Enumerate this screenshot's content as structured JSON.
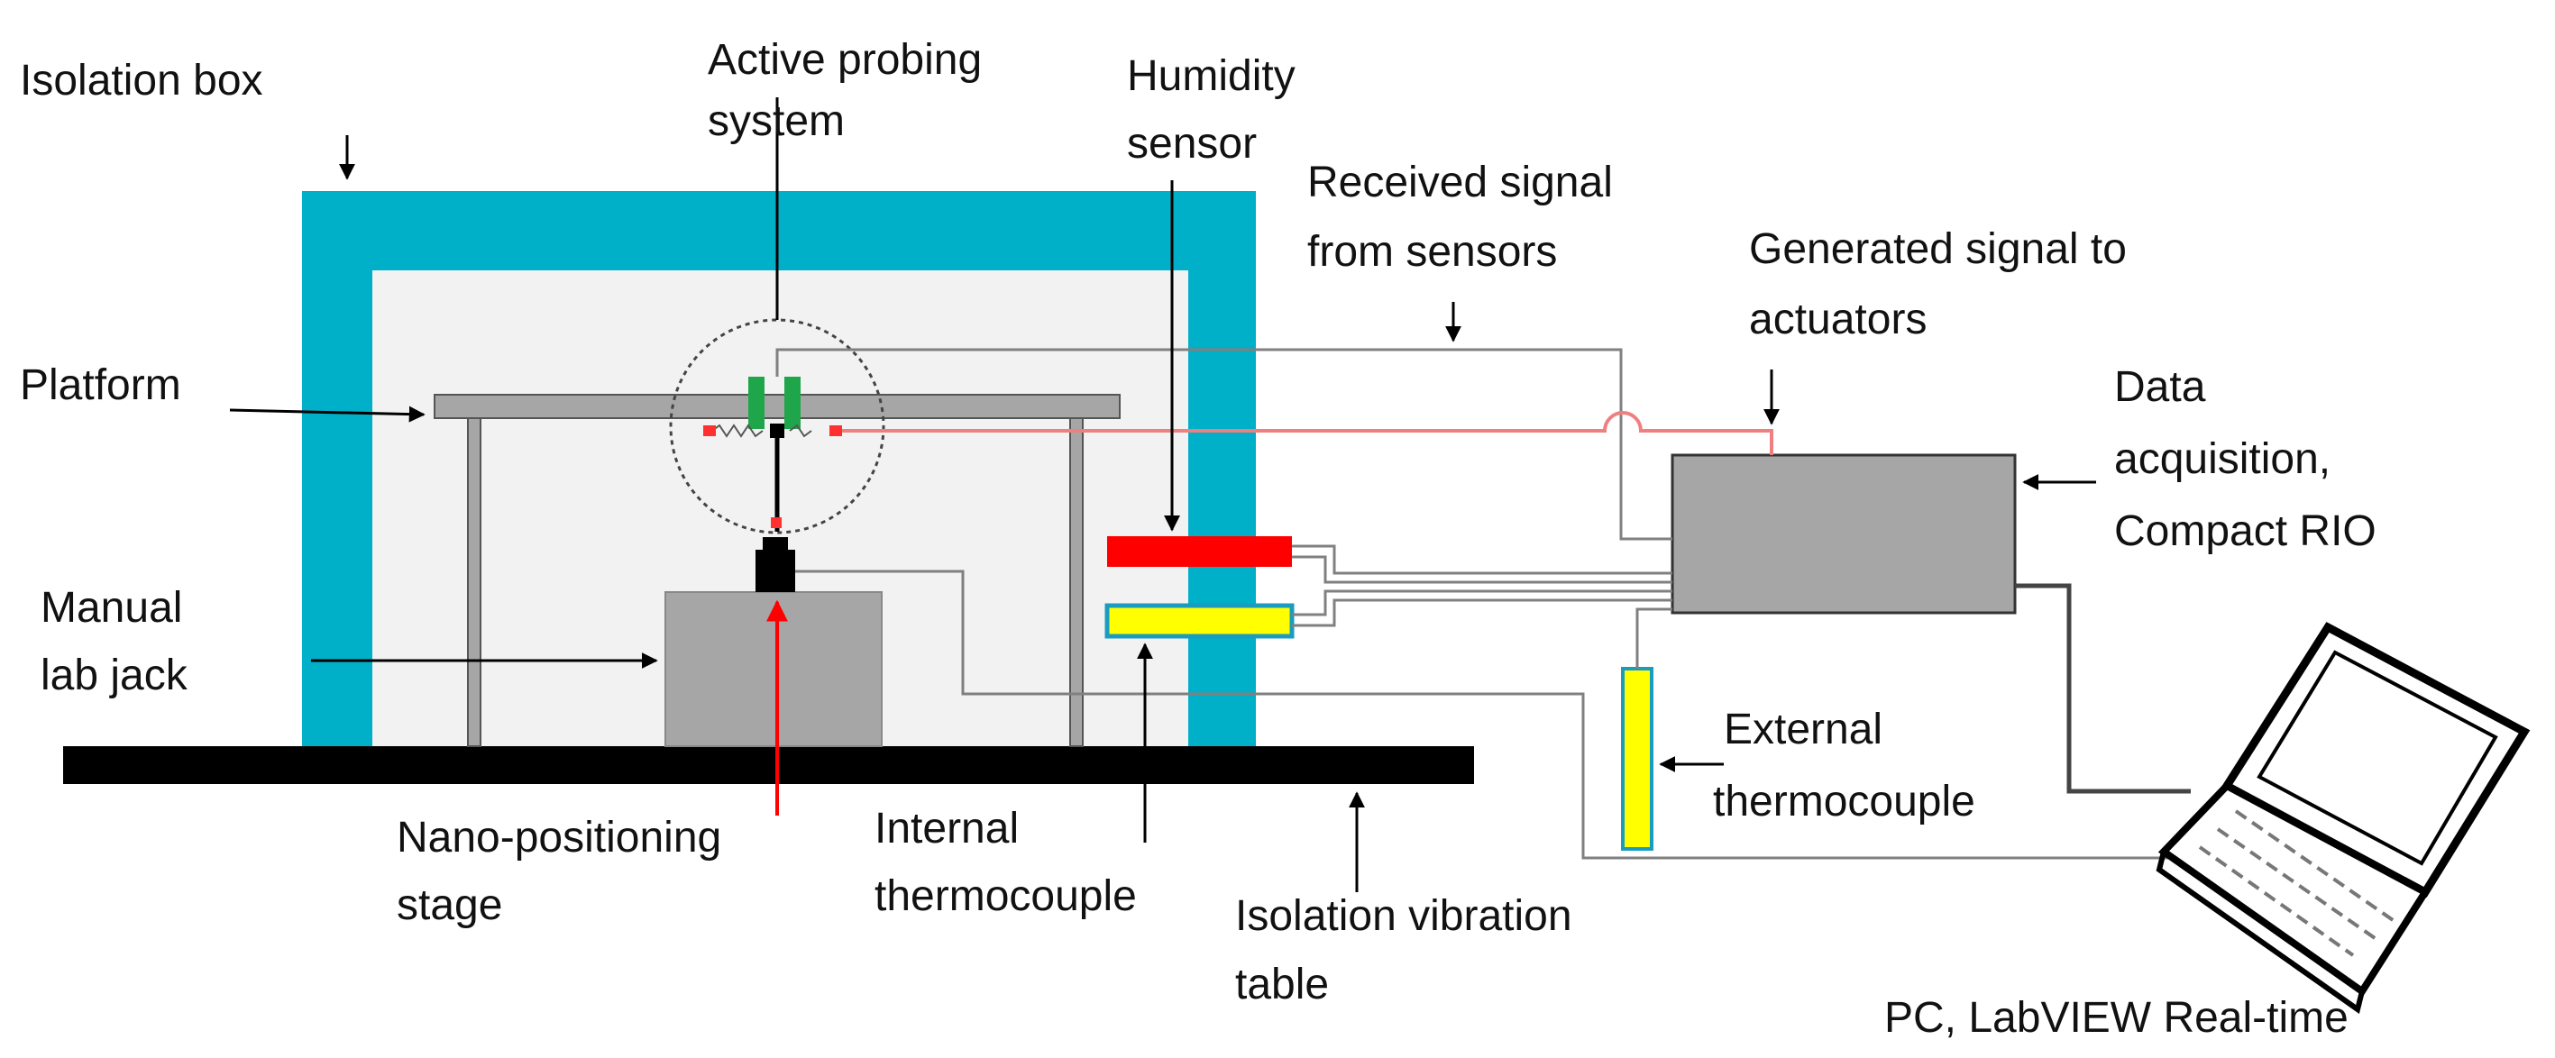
{
  "labels": {
    "isolation_box": "Isolation box",
    "active_probing_1": "Active probing",
    "active_probing_2": "system",
    "humidity_1": "Humidity",
    "humidity_2": "sensor",
    "received_1": "Received  signal",
    "received_2": "from sensors",
    "generated_1": "Generated  signal to",
    "generated_2": "actuators",
    "platform": "Platform",
    "daq_1": "Data",
    "daq_2": "acquisition,",
    "daq_3": "Compact RIO",
    "jack_1": "Manual",
    "jack_2": "lab jack",
    "ext_tc_1": "External",
    "ext_tc_2": "thermocouple",
    "nano_1": "Nano-positioning",
    "nano_2": "stage",
    "int_tc_1": "Internal",
    "int_tc_2": "thermocouple",
    "vib_1": "Isolation vibration",
    "vib_2": "table",
    "pc": "PC, LabVIEW Real-time"
  },
  "colors": {
    "isolation_box": "#00AFC8",
    "box_interior": "#F2F2F2",
    "table": "#000000",
    "equipment": "#A6A6A6",
    "humidity_sensor": "#FF0000",
    "thermocouple": "#FFFF00",
    "probe": "#1FA64A",
    "actuator_wire": "#F08080",
    "signal_wire": "#808080",
    "stage_arrow": "#FF0000"
  },
  "icons": {
    "laptop": "laptop-icon"
  }
}
